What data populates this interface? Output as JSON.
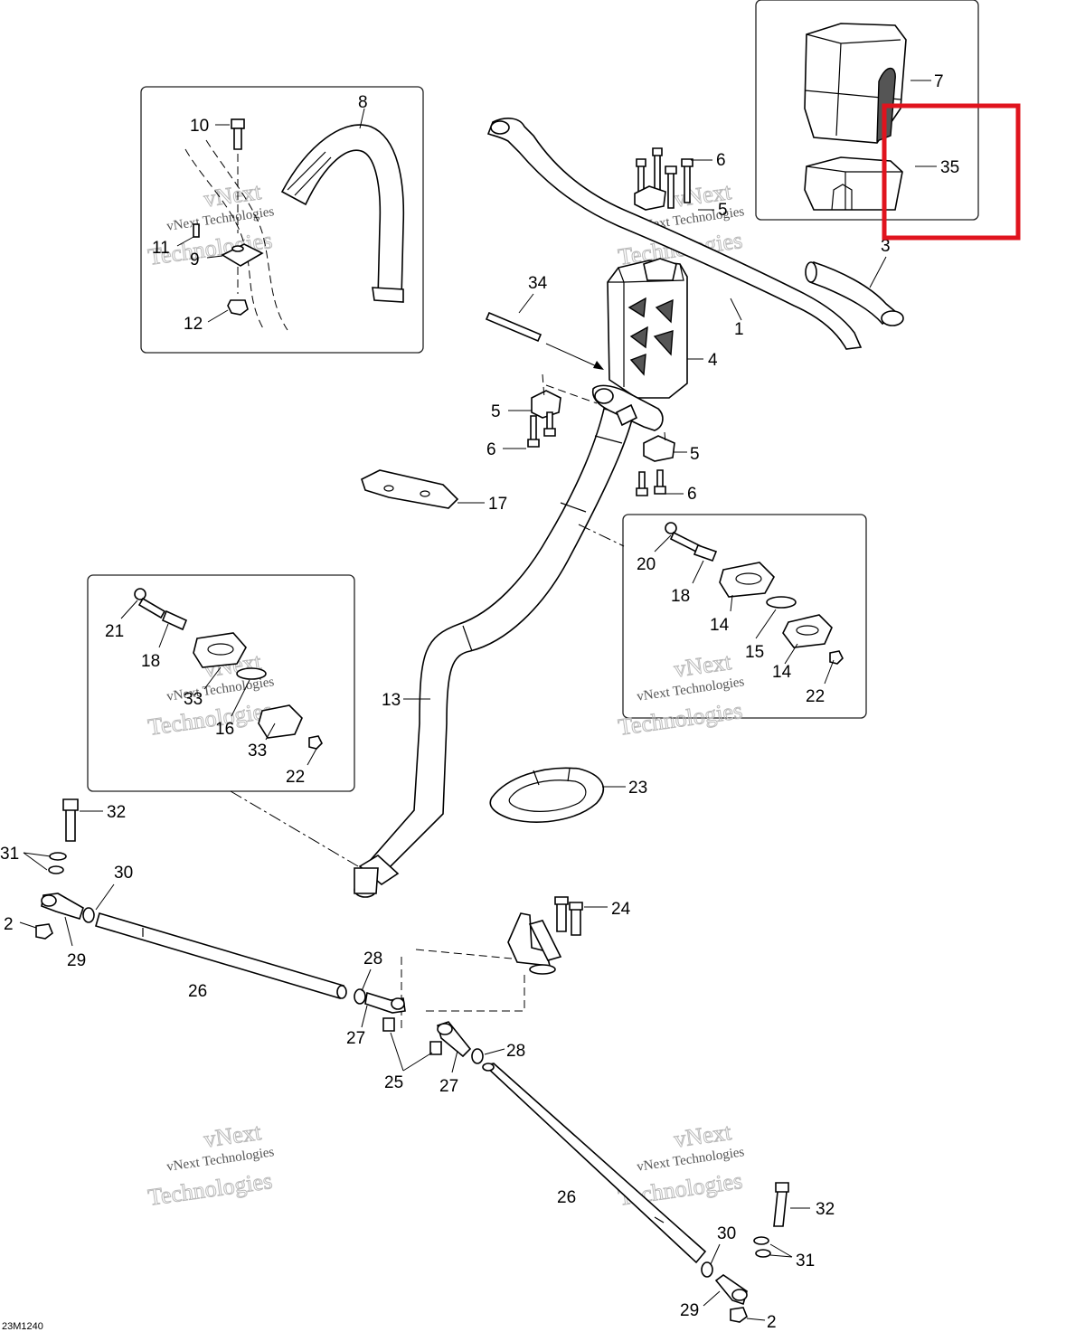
{
  "diagram_code": "23M1240",
  "watermark": {
    "line1": "vNext Technologies",
    "line2": "Technologies",
    "line3": "vNext"
  },
  "highlight_color": "#e0141e",
  "callouts": {
    "c1": "1",
    "c2a": "2",
    "c2b": "2",
    "c3": "3",
    "c4": "4",
    "c5a": "5",
    "c5b": "5",
    "c5c": "5",
    "c6a": "6",
    "c6b": "6",
    "c6c": "6",
    "c7": "7",
    "c8": "8",
    "c9": "9",
    "c10": "10",
    "c11": "11",
    "c12": "12",
    "c13": "13",
    "c14a": "14",
    "c14b": "14",
    "c15": "15",
    "c16": "16",
    "c17": "17",
    "c18a": "18",
    "c18b": "18",
    "c20": "20",
    "c21": "21",
    "c22a": "22",
    "c22b": "22",
    "c23": "23",
    "c24": "24",
    "c25": "25",
    "c26a": "26",
    "c26b": "26",
    "c27a": "27",
    "c27b": "27",
    "c28a": "28",
    "c28b": "28",
    "c29a": "29",
    "c29b": "29",
    "c30a": "30",
    "c30b": "30",
    "c31a": "31",
    "c31b": "31",
    "c32a": "32",
    "c32b": "32",
    "c33a": "33",
    "c33b": "33",
    "c34": "34",
    "c35": "35"
  }
}
